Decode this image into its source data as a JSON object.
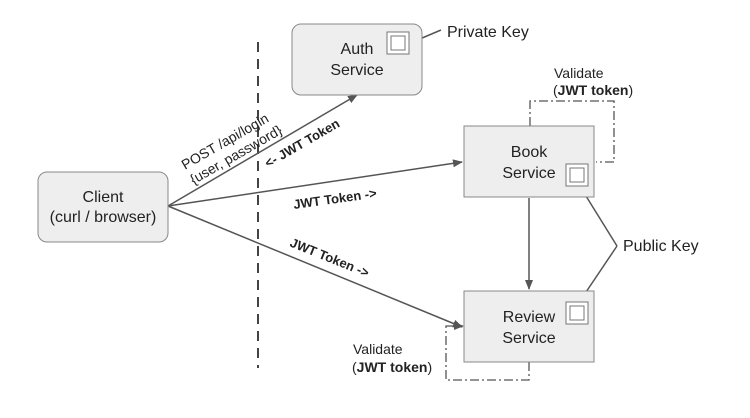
{
  "nodes": {
    "client": [
      "Client",
      "(curl / browser)"
    ],
    "auth": [
      "Auth",
      "Service"
    ],
    "book": [
      "Book",
      "Service"
    ],
    "review": [
      "Review",
      "Service"
    ]
  },
  "edges": {
    "login_request": [
      "POST /api/login",
      "{user, password}"
    ],
    "token_return": "<- JWT Token",
    "token_to_book": "JWT Token ->",
    "token_to_review": "JWT Token ->"
  },
  "callouts": {
    "private_key": "Private Key",
    "public_key": "Public Key"
  },
  "validate_notes": {
    "book": {
      "line1": "Validate",
      "open": "(",
      "bold": "JWT token",
      "close": ")"
    },
    "review": {
      "line1": "Validate",
      "open": "(",
      "bold": "JWT token",
      "close": ")"
    }
  },
  "icons": {
    "key": "key-icon"
  },
  "colors": {
    "node_fill": "#eeeeee",
    "node_stroke": "#888888",
    "arrow": "#555555",
    "boundary": "#444444"
  }
}
